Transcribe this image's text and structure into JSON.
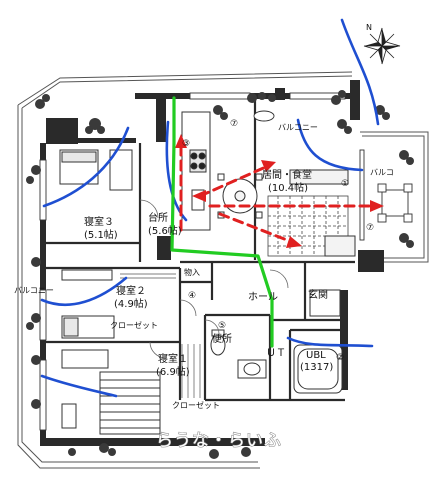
{
  "rooms": {
    "living_name": "居間・食堂",
    "living_size": "(10.4帖)",
    "bed3_name": "寝室３",
    "bed3_size": "(5.1帖)",
    "kitchen_name": "台所",
    "kitchen_size": "(5.6帖)",
    "bed2_name": "寝室２",
    "bed2_size": "(4.9帖)",
    "bed1_name": "寝室１",
    "bed1_size": "(6.9帖)",
    "hall": "ホール",
    "entrance": "玄関",
    "storage": "物入",
    "toilet": "便所",
    "utility": "ＵＴ",
    "bath": "UBL",
    "bath_size": "(1317)",
    "closet_a": "クローゼット",
    "closet_b": "クローゼット"
  },
  "balconies": {
    "top": "バルコニー",
    "right": "バルコ",
    "left": "バルコニー"
  },
  "markers": {
    "m1": "①",
    "m2": "②",
    "m3": "③",
    "m4": "④",
    "m5": "⑤",
    "m7a": "⑦",
    "m7b": "⑦"
  },
  "compass_label": "N",
  "watermark": "らうな・らいふ",
  "colors": {
    "breeze": "#1f4fd1",
    "flow_red": "#e02020",
    "flow_green": "#22cc22",
    "wall": "#2a2a2a"
  }
}
